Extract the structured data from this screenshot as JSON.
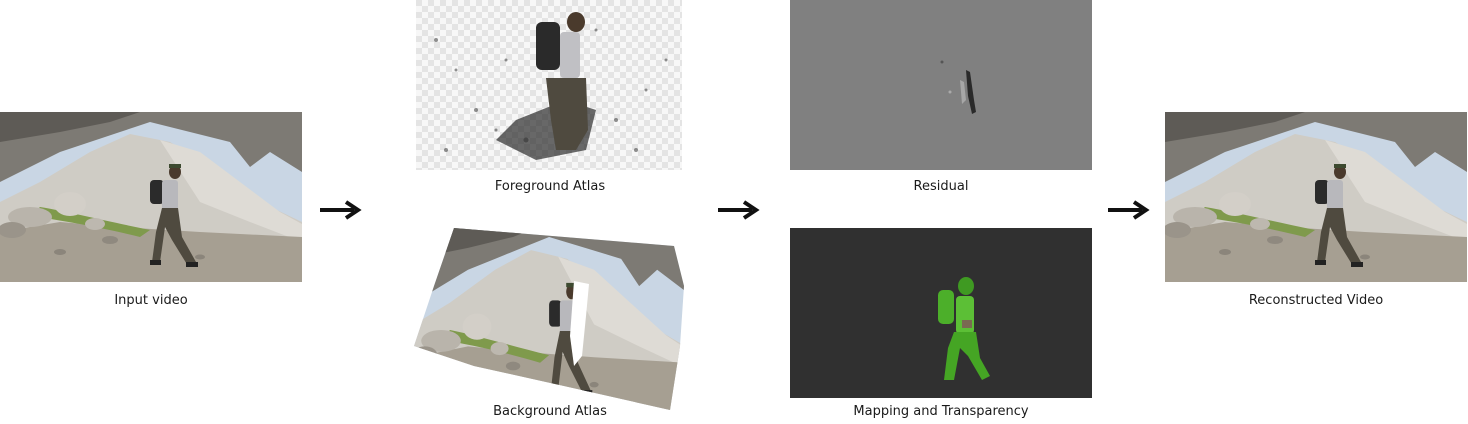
{
  "pipeline": {
    "input": {
      "label": "Input video"
    },
    "foreground_atlas": {
      "label": "Foreground Atlas"
    },
    "background_atlas": {
      "label": "Background Atlas"
    },
    "residual": {
      "label": "Residual"
    },
    "mapping": {
      "label": "Mapping and Transparency"
    },
    "output": {
      "label": "Reconstructed Video"
    }
  },
  "arrows": [
    {
      "icon": "arrow-right-icon"
    },
    {
      "icon": "arrow-right-icon"
    },
    {
      "icon": "arrow-right-icon"
    }
  ],
  "colors": {
    "sky": "#c9d6e4",
    "rock": "#8d8a82",
    "scree": "#c9c6bf",
    "ground": "#a59e90",
    "grass": "#7f9a4c",
    "residual_gray": "#808080",
    "mapping_dark": "#303030",
    "mapping_green": "#4caf2a",
    "arrow": "#111111"
  }
}
